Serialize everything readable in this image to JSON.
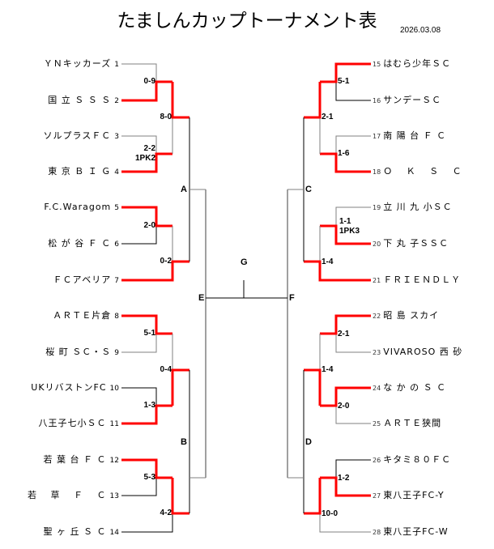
{
  "title": "たましんカップトーナメント表",
  "date": "2026.03.08",
  "colors": {
    "winner": "#ff0000",
    "line": "#000000",
    "line_alt": "#808080"
  },
  "left_teams": [
    {
      "seed": "1",
      "name": "ＹＮキッカーズ"
    },
    {
      "seed": "2",
      "name": "国 立 Ｓ Ｓ Ｓ"
    },
    {
      "seed": "3",
      "name": "ソルプラスＦＣ"
    },
    {
      "seed": "4",
      "name": "東 京 Ｂ Ｉ Ｇ"
    },
    {
      "seed": "5",
      "name": "F.C.Waragom"
    },
    {
      "seed": "6",
      "name": "松 が 谷 Ｆ Ｃ"
    },
    {
      "seed": "7",
      "name": "ＦＣアベリア"
    },
    {
      "seed": "8",
      "name": "ＡＲＴＥ片倉"
    },
    {
      "seed": "9",
      "name": "桜 町 ＳＣ・Ｓ"
    },
    {
      "seed": "10",
      "name": "UKリバストンFC"
    },
    {
      "seed": "11",
      "name": "八王子七小ＳＣ"
    },
    {
      "seed": "12",
      "name": "若 葉 台 Ｆ Ｃ"
    },
    {
      "seed": "13",
      "name": "若 　草 　Ｆ 　Ｃ"
    },
    {
      "seed": "14",
      "name": "聖 ヶ 丘 Ｓ Ｃ"
    }
  ],
  "right_teams": [
    {
      "seed": "15",
      "name": "はむら少年ＳＣ"
    },
    {
      "seed": "16",
      "name": "サンデーＳＣ"
    },
    {
      "seed": "17",
      "name": "南 陽 台 Ｆ Ｃ"
    },
    {
      "seed": "18",
      "name": "Ｏ 　Ｋ 　Ｓ 　Ｃ"
    },
    {
      "seed": "19",
      "name": "立 川 九 小ＳＣ"
    },
    {
      "seed": "20",
      "name": "下 丸 子ＳＳＣ"
    },
    {
      "seed": "21",
      "name": "ＦＲＩＥＮＤＬＹ"
    },
    {
      "seed": "22",
      "name": "昭 島 スカイ"
    },
    {
      "seed": "23",
      "name": "VIVAROSO 西 砂"
    },
    {
      "seed": "24",
      "name": "な か の Ｓ Ｃ"
    },
    {
      "seed": "25",
      "name": "ＡＲＴＥ狭間"
    },
    {
      "seed": "26",
      "name": "キタミ８０ＦＣ"
    },
    {
      "seed": "27",
      "name": "東八王子FC-Y"
    },
    {
      "seed": "28",
      "name": "東八王子FC-W"
    }
  ],
  "scores": {
    "m1_2": "0-9",
    "m3_4": "2-2",
    "m3_4_pk": "1PK2",
    "m12_34": "8-0",
    "m5_6": "2-0",
    "m56_7": "0-2",
    "m8_9": "5-1",
    "m10_11": "1-3",
    "m89_1011": "0-4",
    "m12_13": "5-3",
    "m1213_14": "4-2",
    "m15_16": "5-1",
    "m17_18": "1-6",
    "m1516_1718": "2-1",
    "m19_20": "1-1",
    "m19_20_pk": "1PK3",
    "m1920_21": "1-4",
    "m22_23": "2-1",
    "m24_25": "2-0",
    "m2223_2425": "1-4",
    "m26_27": "1-2",
    "m2627_28": "10-0"
  },
  "bracket_labels": {
    "A": "A",
    "B": "B",
    "C": "C",
    "D": "D",
    "E": "E",
    "F": "F",
    "G": "G"
  }
}
